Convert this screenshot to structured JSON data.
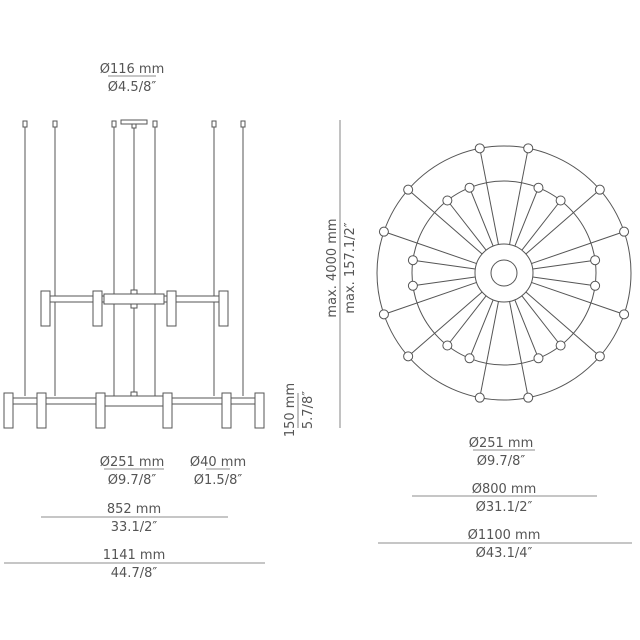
{
  "side_view": {
    "canopy": {
      "metric": "Ø116 mm",
      "imperial": "Ø4.5/8″"
    },
    "height": {
      "metric": "max. 4000 mm",
      "imperial": "max. 157.1/2″"
    },
    "lower_height": {
      "metric": "150 mm",
      "imperial": "5.7/8″"
    },
    "hub": {
      "metric": "Ø251 mm",
      "imperial": "Ø9.7/8″"
    },
    "shade": {
      "metric": "Ø40 mm",
      "imperial": "Ø1.5/8″"
    },
    "upper_width": {
      "metric": "852 mm",
      "imperial": "33.1/2″"
    },
    "lower_width": {
      "metric": "1141 mm",
      "imperial": "44.7/8″"
    }
  },
  "top_view": {
    "hub": {
      "metric": "Ø251 mm",
      "imperial": "Ø9.7/8″"
    },
    "inner_ring": {
      "metric": "Ø800 mm",
      "imperial": "Ø31.1/2″"
    },
    "outer_ring": {
      "metric": "Ø1100 mm",
      "imperial": "Ø43.1/4″"
    }
  },
  "colors": {
    "stroke": "#555555",
    "text": "#555555"
  }
}
